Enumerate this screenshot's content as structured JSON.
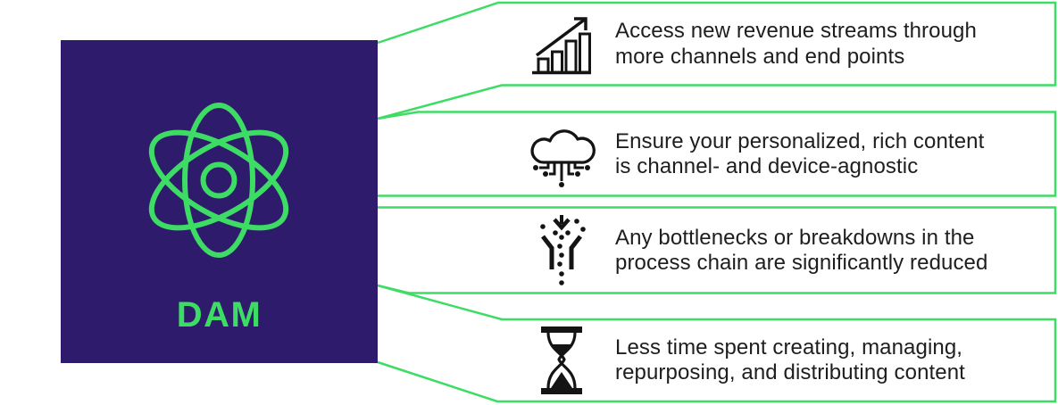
{
  "dam": {
    "label": "DAM"
  },
  "colors": {
    "tile_purple": "#2F1B6B",
    "accent_green": "#3DDC64",
    "icon_black": "#141414",
    "text_dark": "#1E1E1E",
    "background": "#FFFFFF"
  },
  "benefits": [
    {
      "icon": "trend-chart-icon",
      "line1": "Access new revenue streams through",
      "line2": "more channels and end points"
    },
    {
      "icon": "cloud-circuit-icon",
      "line1": "Ensure your personalized, rich content",
      "line2": "is channel- and device-agnostic"
    },
    {
      "icon": "funnel-icon",
      "line1": "Any bottlenecks or breakdowns in the",
      "line2": "process chain are significantly reduced"
    },
    {
      "icon": "hourglass-icon",
      "line1": "Less time spent creating, managing,",
      "line2": "repurposing, and distributing content"
    }
  ]
}
